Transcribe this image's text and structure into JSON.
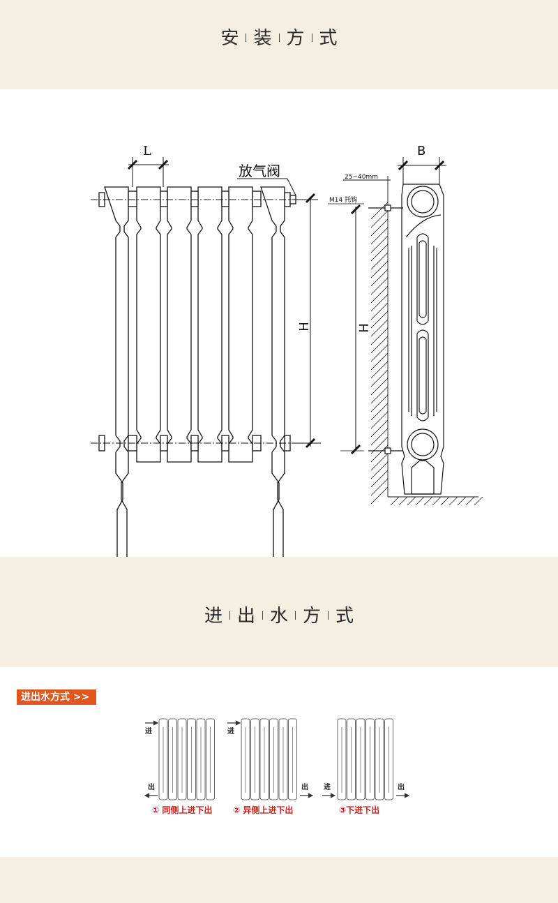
{
  "section1": {
    "chars": [
      "安",
      "装",
      "方",
      "式"
    ]
  },
  "diagram": {
    "label_L": "L",
    "label_B": "B",
    "label_H_front": "H",
    "label_H_side": "H",
    "vent_valve": "放气阀",
    "gap": "25~40mm",
    "bracket": "M14 托钩"
  },
  "section2": {
    "chars": [
      "进",
      "出",
      "水",
      "方",
      "式"
    ]
  },
  "tag_label": "进出水方式 >>",
  "flow": {
    "in": "进",
    "out": "出",
    "captions": [
      "① 同侧上进下出",
      "② 异侧上进下出",
      "③下进下出"
    ]
  },
  "colors": {
    "band": "#f4efe2",
    "accent": "#e0561f",
    "caption": "#c8201b"
  }
}
